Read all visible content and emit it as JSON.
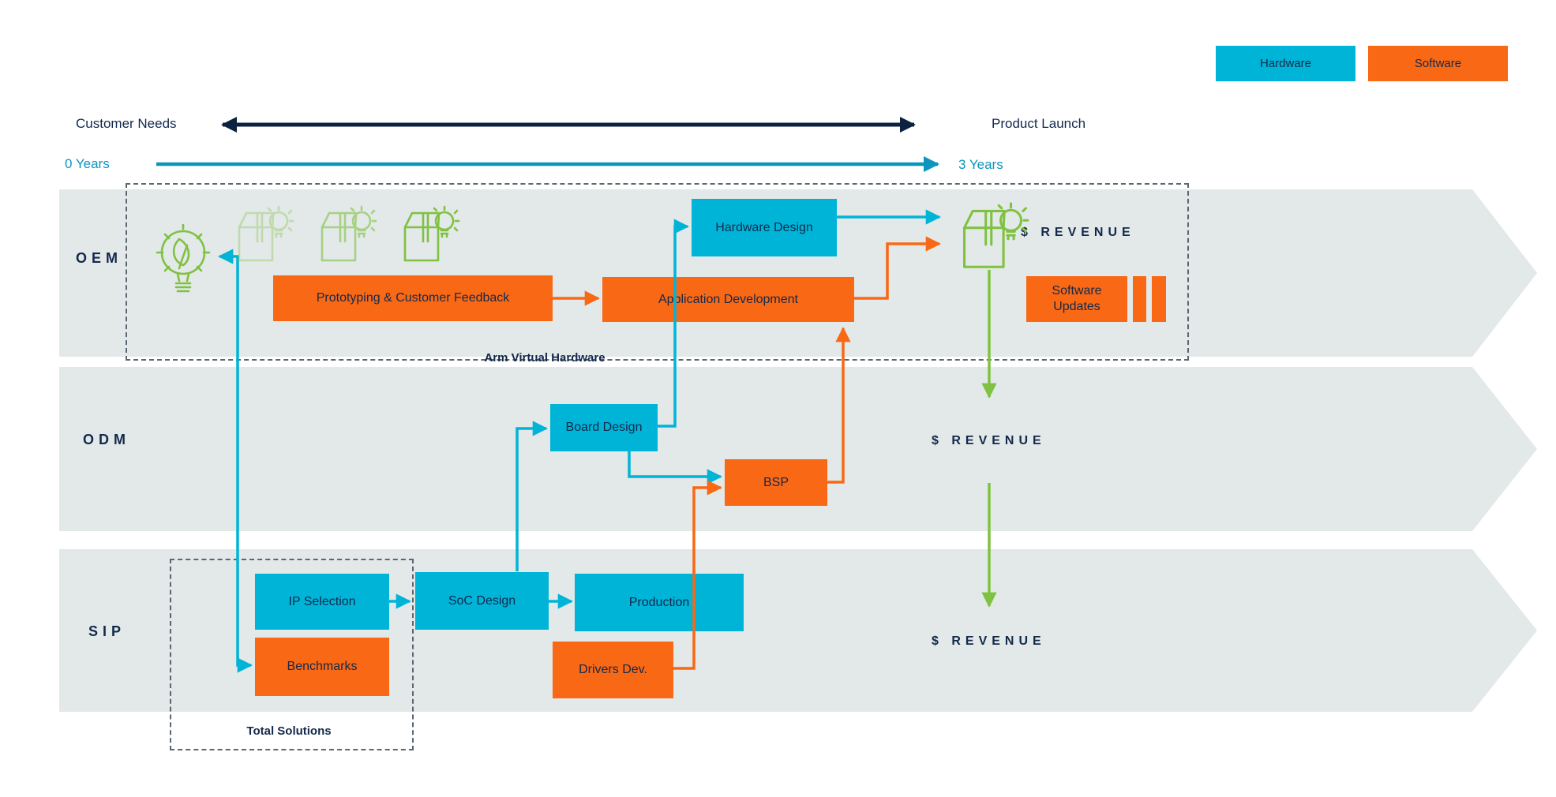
{
  "colors": {
    "cyan": "#00B4D8",
    "orange": "#F96815",
    "green": "#7FC241",
    "navy": "#13294B",
    "navy2": "#0B2240",
    "timeline_blue": "#0D94BF",
    "lane_gray": "#E3E8E8",
    "dash_gray": "#5B6770"
  },
  "legend": {
    "hardware_label": "Hardware",
    "software_label": "Software"
  },
  "timeline": {
    "customer_needs": "Customer Needs",
    "product_launch": "Product Launch",
    "start_label": "0 Years",
    "end_label": "3 Years"
  },
  "lanes": {
    "oem": "OEM",
    "odm": "ODM",
    "sip": "SIP"
  },
  "revenue_label": "$ REVENUE",
  "oem": {
    "hardware_design": "Hardware Design",
    "prototyping": "Prototyping & Customer Feedback",
    "application_development": "Application Development",
    "software_updates": "Software Updates",
    "avh_label": "Arm Virtual Hardware"
  },
  "odm": {
    "board_design": "Board Design",
    "bsp": "BSP"
  },
  "sip": {
    "ip_selection": "IP Selection",
    "benchmarks": "Benchmarks",
    "soc_design": "SoC Design",
    "production": "Production",
    "drivers_dev": "Drivers Dev.",
    "total_solutions": "Total Solutions"
  },
  "icons": {
    "idea": "lightbulb-leaf-icon",
    "product": "box-lightbulb-icon"
  }
}
